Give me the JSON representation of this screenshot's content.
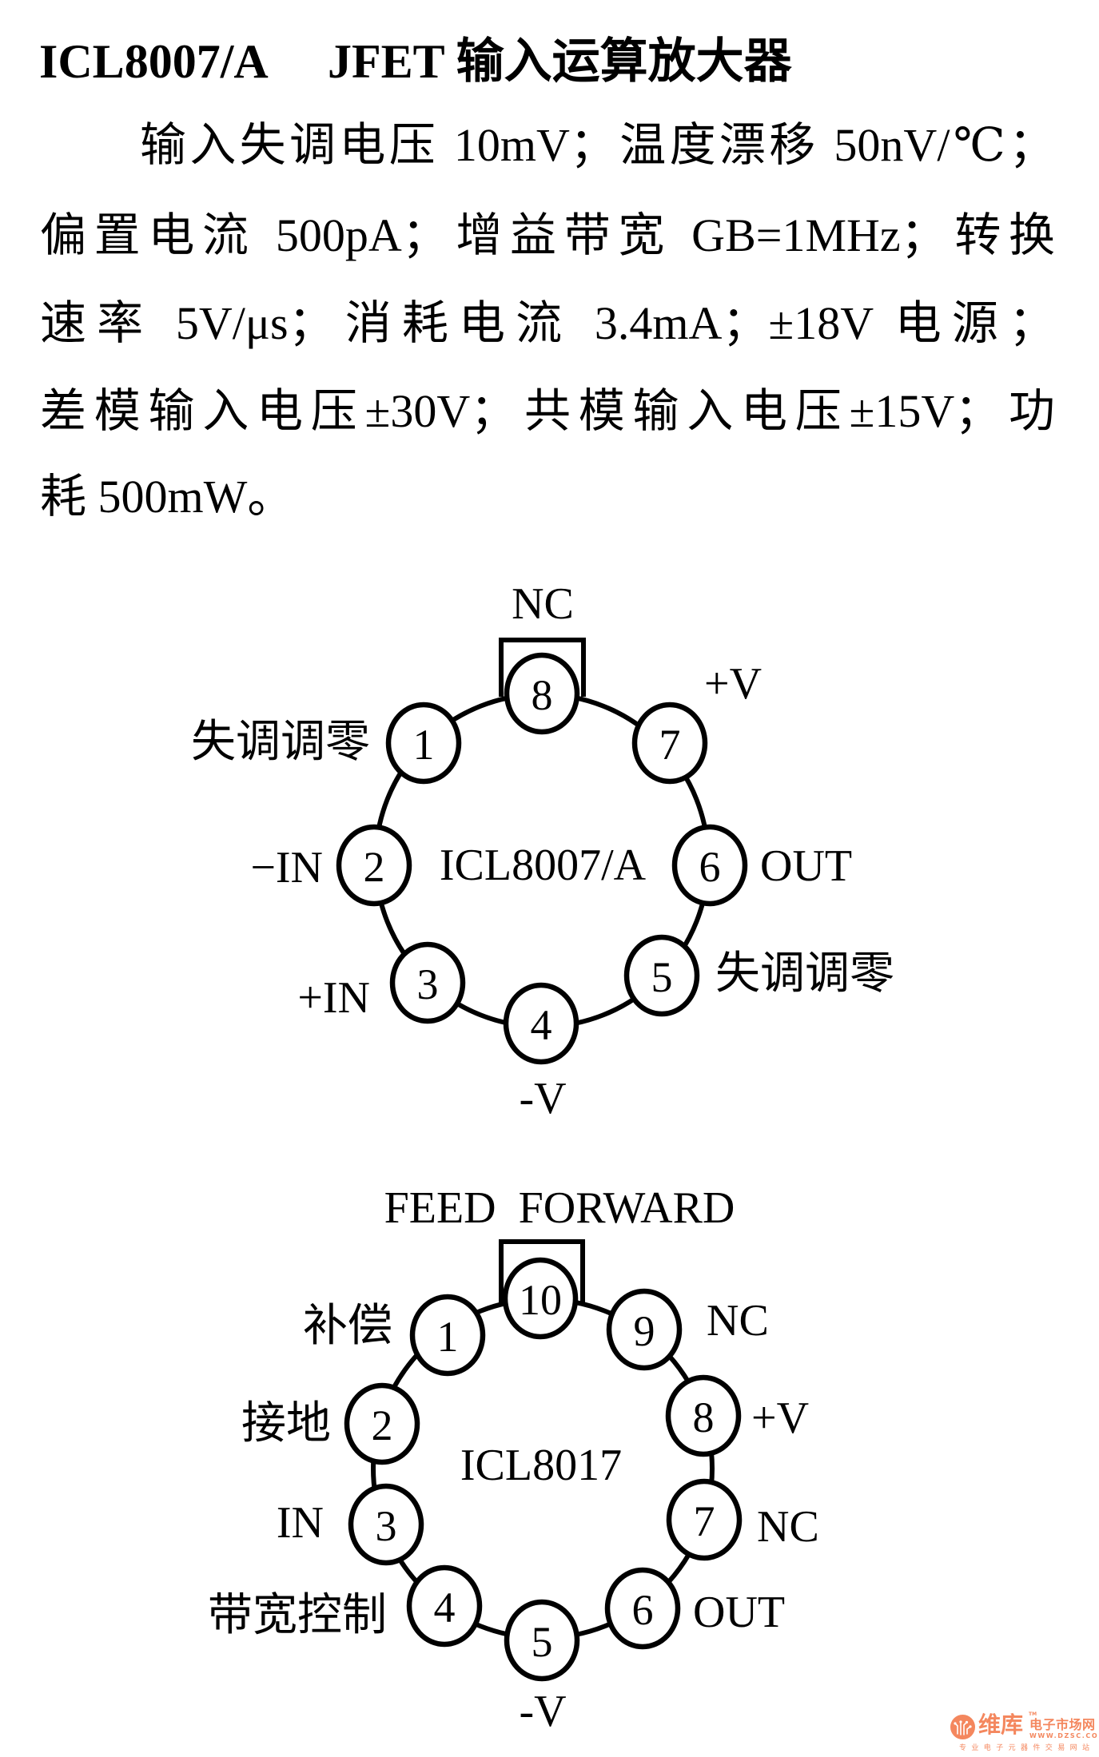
{
  "title": {
    "part_number": "ICL8007/A",
    "description": "JFET 输入运算放大器"
  },
  "specs": {
    "lines": [
      "输入失调电压 10mV；温度漂移 50nV/℃；",
      "偏置电流 500pA；增益带宽 GB=1MHz；转换",
      "速率 5V/μs；消耗电流 3.4mA；±18V 电源；",
      "差模输入电压±30V；共模输入电压±15V；功",
      "耗 500mW。"
    ]
  },
  "diagrams": [
    {
      "chip": "ICL8007/A",
      "pins": [
        {
          "number": "1",
          "label": "失调调零"
        },
        {
          "number": "2",
          "label": "−IN"
        },
        {
          "number": "3",
          "label": "+IN"
        },
        {
          "number": "4",
          "label": "-V"
        },
        {
          "number": "5",
          "label": "失调调零"
        },
        {
          "number": "6",
          "label": "OUT"
        },
        {
          "number": "7",
          "label": "+V"
        },
        {
          "number": "8",
          "label": "NC"
        }
      ]
    },
    {
      "chip": "ICL8017",
      "pins": [
        {
          "number": "1",
          "label": "补偿"
        },
        {
          "number": "2",
          "label": "接地"
        },
        {
          "number": "3",
          "label": "IN"
        },
        {
          "number": "4",
          "label": "带宽控制"
        },
        {
          "number": "5",
          "label": "-V"
        },
        {
          "number": "6",
          "label": "OUT"
        },
        {
          "number": "7",
          "label": "NC"
        },
        {
          "number": "8",
          "label": "+V"
        },
        {
          "number": "9",
          "label": "NC"
        },
        {
          "number": "10",
          "label": "FEED FORWARD"
        }
      ]
    }
  ],
  "watermark": {
    "brand": "维库",
    "trademark": "TM",
    "site_name": "电子市场网",
    "url": "WWW.DZSC.COM",
    "tagline": "专业电子元器件交易网站",
    "color": "#F4875E"
  },
  "colors": {
    "text": "#000000",
    "background": "#FFFFFF"
  }
}
